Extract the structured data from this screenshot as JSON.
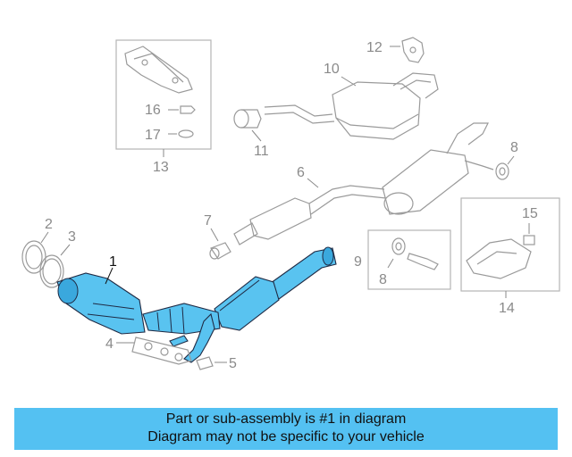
{
  "callouts": {
    "c1": "1",
    "c2": "2",
    "c3": "3",
    "c4": "4",
    "c5": "5",
    "c6": "6",
    "c7": "7",
    "c8a": "8",
    "c8b": "8",
    "c9": "9",
    "c10": "10",
    "c11": "11",
    "c12": "12",
    "c13": "13",
    "c14": "14",
    "c15": "15",
    "c16": "16",
    "c17": "17"
  },
  "banner": {
    "line1": "Part or sub-assembly is #1 in diagram",
    "line2": "Diagram may not be specific to your vehicle"
  },
  "colors": {
    "highlight": "#59c3f0",
    "banner": "#54c1f2",
    "line_gray": "#9a9a9a"
  }
}
